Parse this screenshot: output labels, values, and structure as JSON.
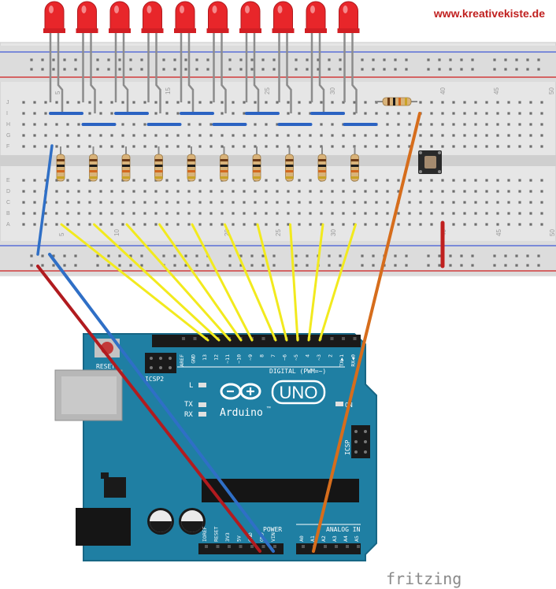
{
  "header": {
    "website": "www.kreativekiste.de"
  },
  "footer": {
    "tool_logo": "fritzing"
  },
  "breadboard": {
    "row_letters_top": [
      "J",
      "I",
      "H",
      "G",
      "F"
    ],
    "row_letters_bottom": [
      "E",
      "D",
      "C",
      "B",
      "A"
    ],
    "column_numbers_top": [
      "5",
      "15",
      "25",
      "30",
      "40",
      "45",
      "50"
    ],
    "column_numbers_bottom": [
      "5",
      "10",
      "20",
      "25",
      "30",
      "40",
      "45",
      "50"
    ],
    "led_count": 10,
    "series_resistor_count": 10
  },
  "arduino": {
    "brand": "Arduino",
    "trademark": "™",
    "model": "UNO",
    "reset_label": "RESET",
    "icsp2_label": "ICSP2",
    "icsp_label": "ICSP",
    "led_l_label": "L",
    "led_tx_label": "TX",
    "led_rx_label": "RX",
    "on_label": "ON",
    "digital_label": "DIGITAL (PWM=~)",
    "digital_pins": [
      "AREF",
      "GND",
      "13",
      "12",
      "~11",
      "~10",
      "~9",
      "8",
      "7",
      "~6",
      "~5",
      "4",
      "~3",
      "2",
      "TX▶1",
      "RX◀0"
    ],
    "power_label": "POWER",
    "power_pins": [
      "IOREF",
      "RESET",
      "3V3",
      "5V",
      "GND",
      "GND",
      "VIN"
    ],
    "analog_label": "ANALOG IN",
    "analog_pins": [
      "A0",
      "A1",
      "A2",
      "A3",
      "A4",
      "A5"
    ]
  },
  "colors": {
    "wire_yellow": "#f2ea1e",
    "wire_red": "#b11b1f",
    "wire_blue": "#2f6fc6",
    "wire_orange": "#d66d1c",
    "jumper_blue": "#2b63c2",
    "led_red": "#e8262a",
    "board_teal": "#1f7fa3",
    "breadboard": "#e3e3e3"
  }
}
